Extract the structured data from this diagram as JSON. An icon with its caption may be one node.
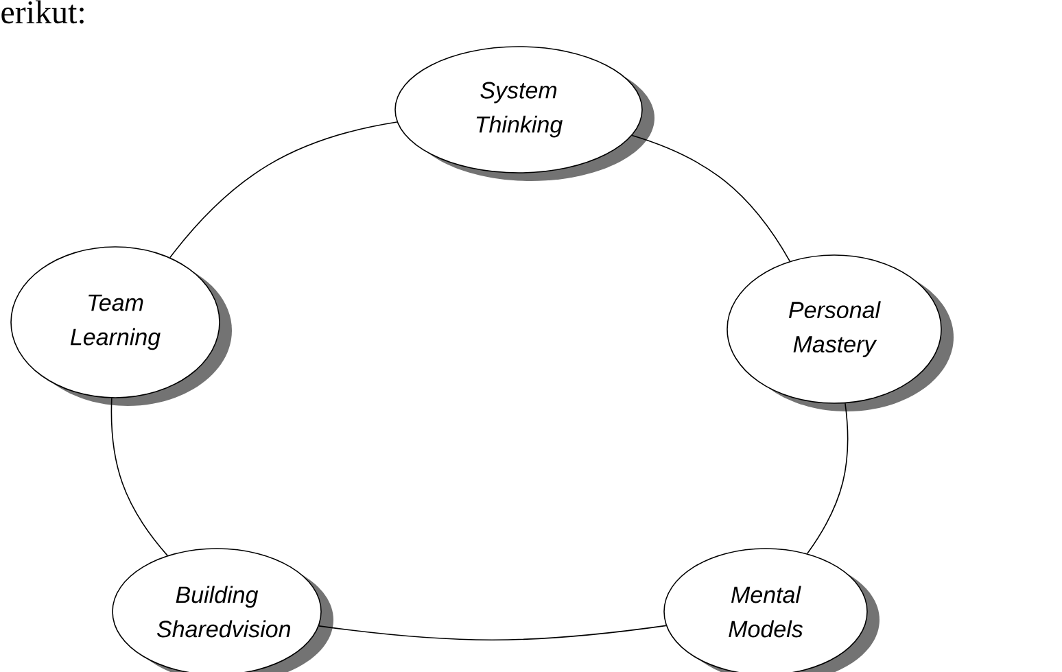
{
  "diagram": {
    "nodes": [
      {
        "text": [
          "System Thinking"
        ]
      },
      {
        "text": [
          "Personal Mastery"
        ]
      },
      {
        "text": [
          "Mental Models"
        ]
      },
      {
        "text": [
          "Building Sharedvision"
        ]
      },
      {
        "text": [
          "Team Learning"
        ]
      }
    ],
    "edges": [
      {
        "from": 0,
        "to": 1,
        "arrow": "none"
      },
      {
        "from": 1,
        "to": 2,
        "arrow": "none"
      },
      {
        "from": 2,
        "to": 3,
        "arrow": "none"
      },
      {
        "from": 3,
        "to": 4,
        "arrow": "none"
      },
      {
        "from": 4,
        "to": 0,
        "arrow": "none"
      }
    ],
    "labels": [
      "erikut:"
    ]
  }
}
